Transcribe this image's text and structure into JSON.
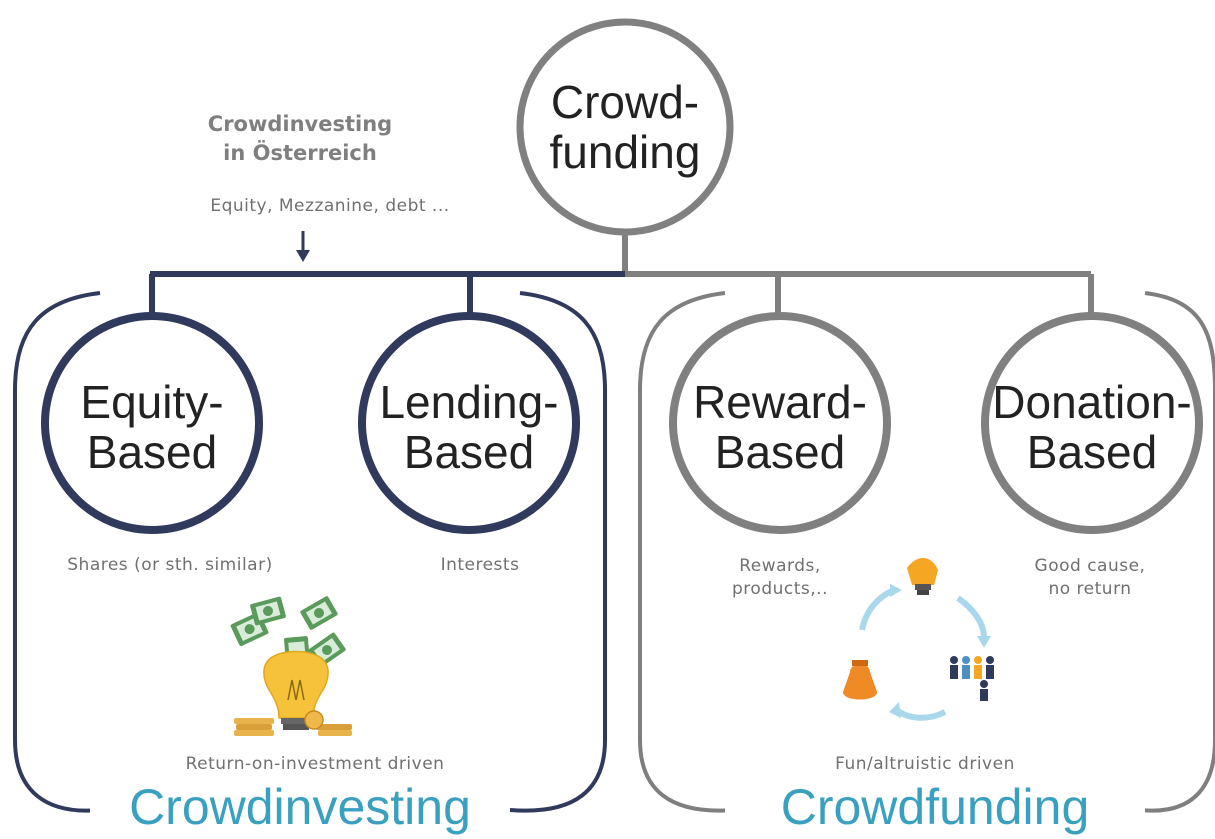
{
  "root": {
    "line1": "Crowd-",
    "line2": "funding"
  },
  "austria": {
    "title_line1": "Crowdinvesting",
    "title_line2": "in Österreich",
    "subtitle": "Equity, Mezzanine, debt ..."
  },
  "nodes": [
    {
      "line1": "Equity-",
      "line2": "Based",
      "note": "Shares (or sth. similar)"
    },
    {
      "line1": "Lending-",
      "line2": "Based",
      "note": "Interests"
    },
    {
      "line1": "Reward-",
      "line2": "Based",
      "note_line1": "Rewards,",
      "note_line2": "products,.."
    },
    {
      "line1": "Donation-",
      "line2": "Based",
      "note_line1": "Good cause,",
      "note_line2": "no return"
    }
  ],
  "groups": {
    "investing": {
      "driver": "Return-on-investment driven",
      "label": "Crowdinvesting"
    },
    "funding": {
      "driver": "Fun/altruistic driven",
      "label": "Crowdfunding"
    }
  },
  "colors": {
    "navy": "#2f3a5c",
    "gray": "#7f7f7f",
    "accent": "#3aa0c0",
    "text_gray": "#707070"
  },
  "icons": [
    "money-lightbulb-icon",
    "crowdfunding-cycle-icon"
  ]
}
